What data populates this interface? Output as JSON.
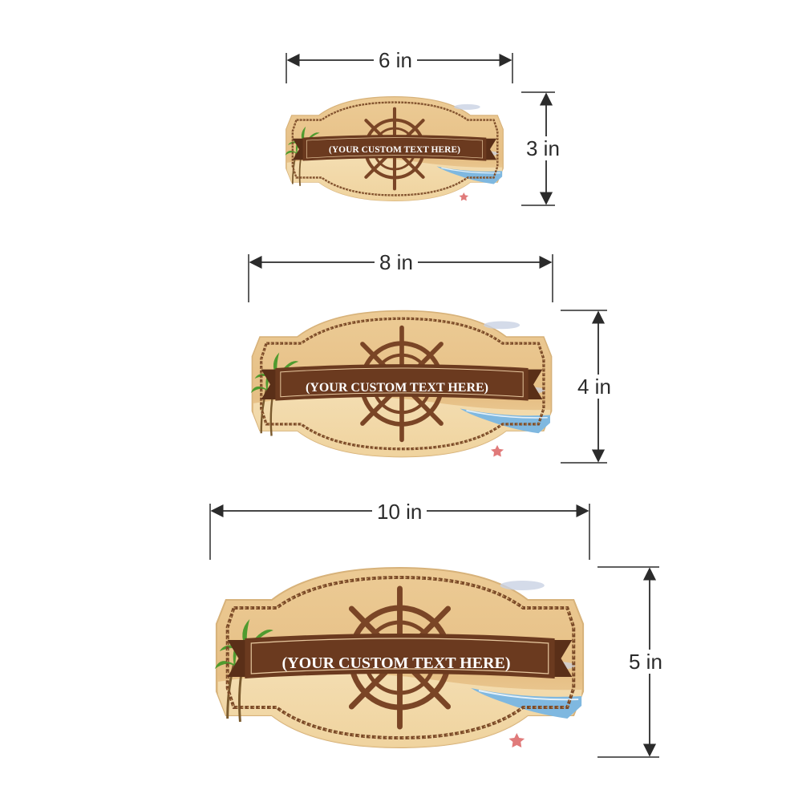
{
  "signs": [
    {
      "width_label": "6 in",
      "height_label": "3 in",
      "banner_text": "(YOUR CUSTOM TEXT HERE)"
    },
    {
      "width_label": "8 in",
      "height_label": "4 in",
      "banner_text": "(YOUR CUSTOM TEXT HERE)"
    },
    {
      "width_label": "10 in",
      "height_label": "5 in",
      "banner_text": "(YOUR CUSTOM TEXT HERE)"
    }
  ],
  "colors": {
    "sand": "#e9c58e",
    "sand_light": "#f3d9a8",
    "rope": "#7a4a28",
    "banner": "#6b3a1f",
    "wheel": "#7a4526",
    "sea": "#7fb8e0",
    "palm": "#4f9b2f",
    "dimension_line": "#2b2b2b"
  }
}
